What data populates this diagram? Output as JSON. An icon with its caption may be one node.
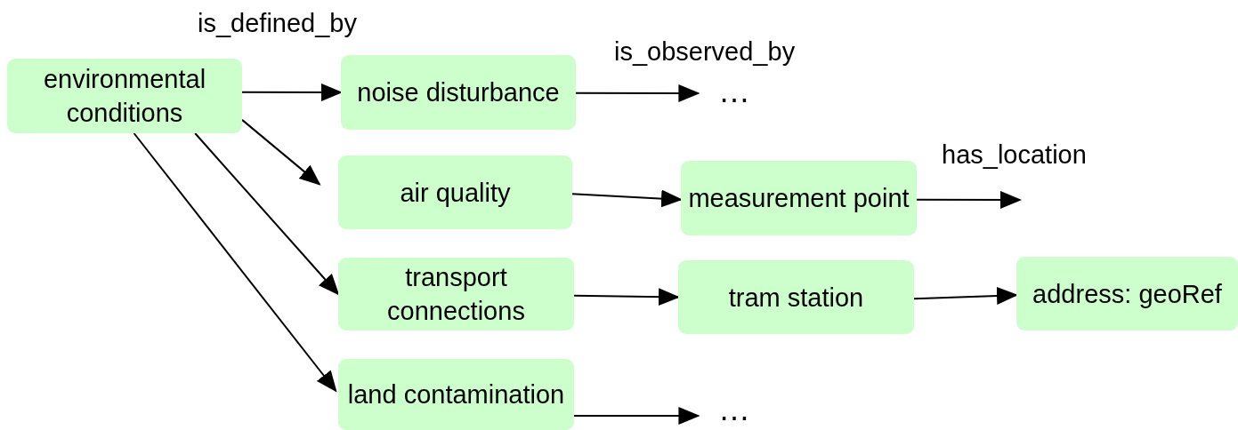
{
  "diagram": {
    "nodes": [
      {
        "text": [
          "environmental conditions"
        ]
      },
      {
        "text": [
          "noise disturbance"
        ]
      },
      {
        "text": [
          "…"
        ]
      },
      {
        "text": [
          "air quality"
        ]
      },
      {
        "text": [
          "measurement point"
        ]
      },
      {
        "text": [
          "transport connections"
        ]
      },
      {
        "text": [
          "tram station"
        ]
      },
      {
        "text": [
          "address: geoRef"
        ]
      },
      {
        "text": [
          "land contamination"
        ]
      },
      {
        "text": [
          "…"
        ]
      }
    ],
    "edges": [
      {
        "from": 0,
        "to": 1,
        "arrow": "to"
      },
      {
        "from": 0,
        "to": 3,
        "arrow": "to"
      },
      {
        "from": 0,
        "to": 5,
        "arrow": "to"
      },
      {
        "from": 0,
        "to": 8,
        "arrow": "to"
      },
      {
        "from": 1,
        "to": 2,
        "arrow": "to"
      },
      {
        "from": 3,
        "to": 4,
        "arrow": "to"
      },
      {
        "from": 4,
        "to": null,
        "arrow": "to"
      },
      {
        "from": 5,
        "to": 6,
        "arrow": "to"
      },
      {
        "from": 6,
        "to": 7,
        "arrow": "to"
      },
      {
        "from": 8,
        "to": 9,
        "arrow": "to"
      }
    ],
    "labels": [
      "is_defined_by",
      "is_observed_by",
      "has_location"
    ]
  }
}
